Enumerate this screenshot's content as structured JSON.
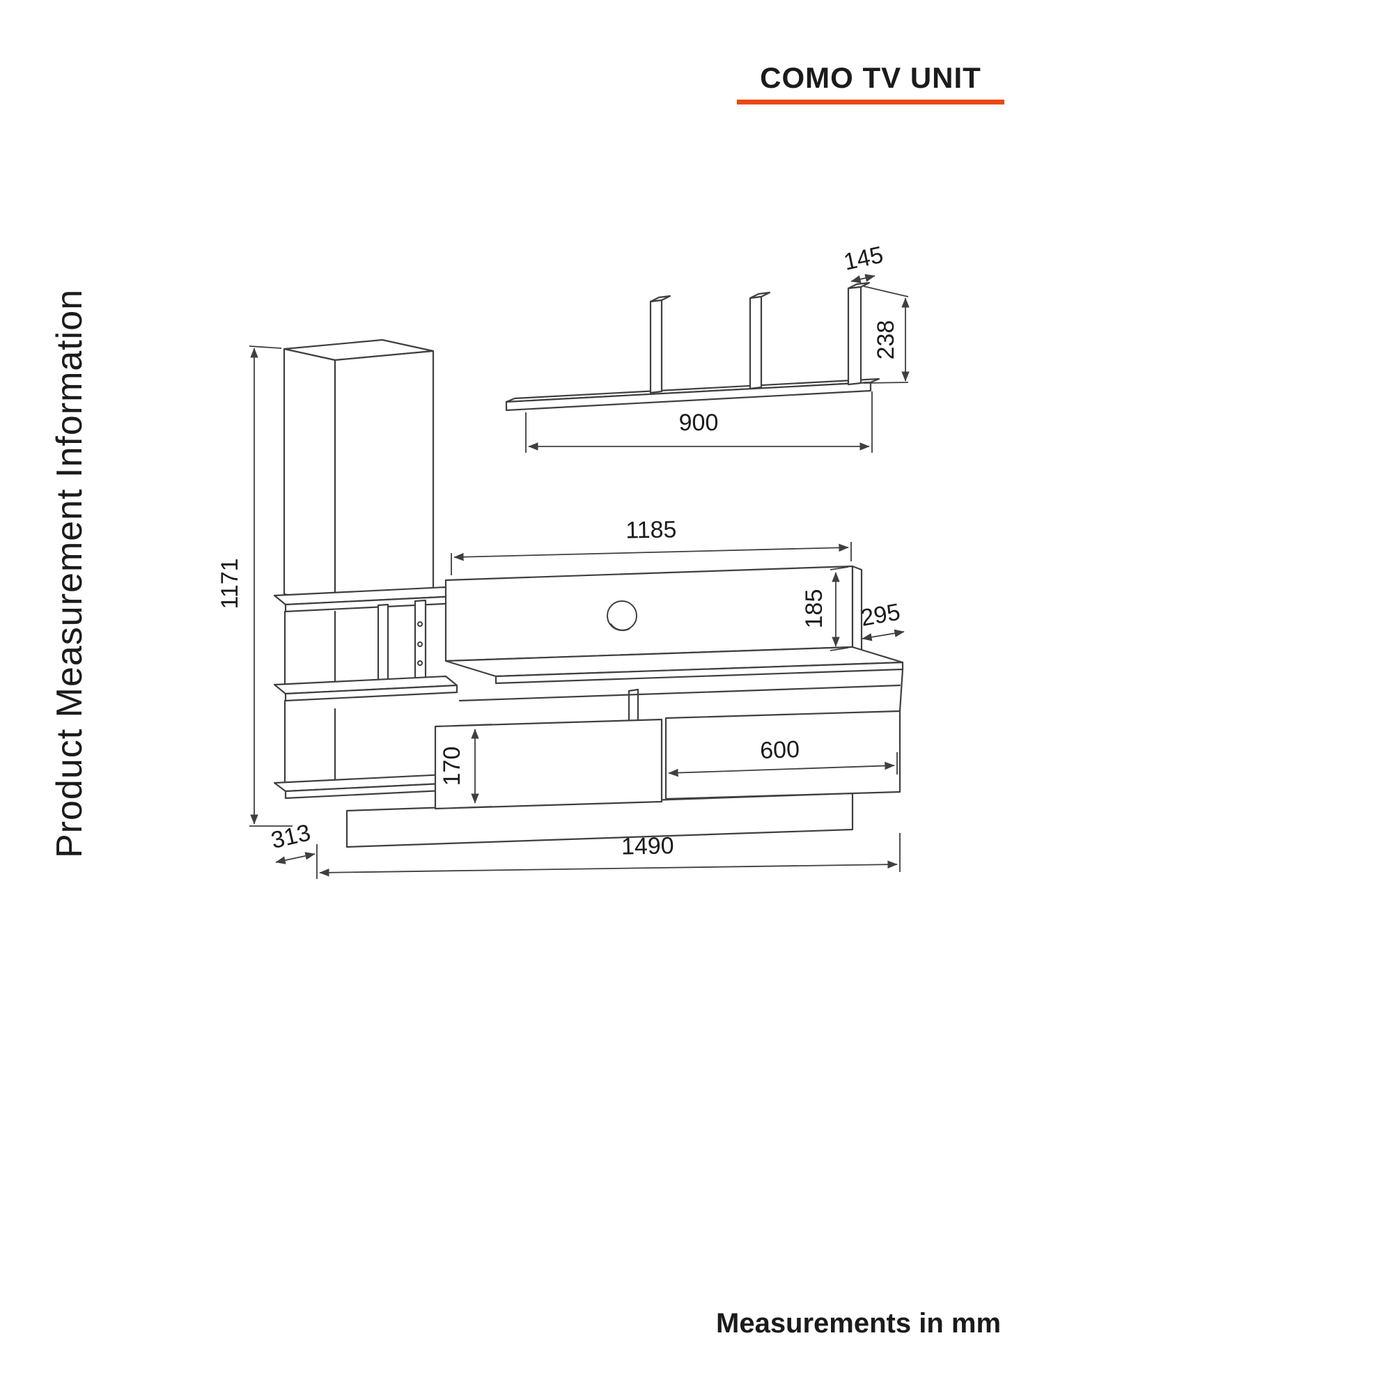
{
  "title": "COMO TV UNIT",
  "side_label": "Product Measurement Information",
  "footer": "Measurements in mm",
  "colors": {
    "accent": "#E8490F",
    "line": "#3F3F3F",
    "text": "#1B1B1B"
  },
  "dimensions": {
    "shelf_depth": "145",
    "shelf_end_height": "238",
    "shelf_length": "900",
    "tv_panel_length": "1185",
    "tv_panel_height": "185",
    "upper_depth": "295",
    "overall_height": "1171",
    "drawer_height": "170",
    "drawer_length": "600",
    "base_depth": "313",
    "overall_length": "1490"
  }
}
